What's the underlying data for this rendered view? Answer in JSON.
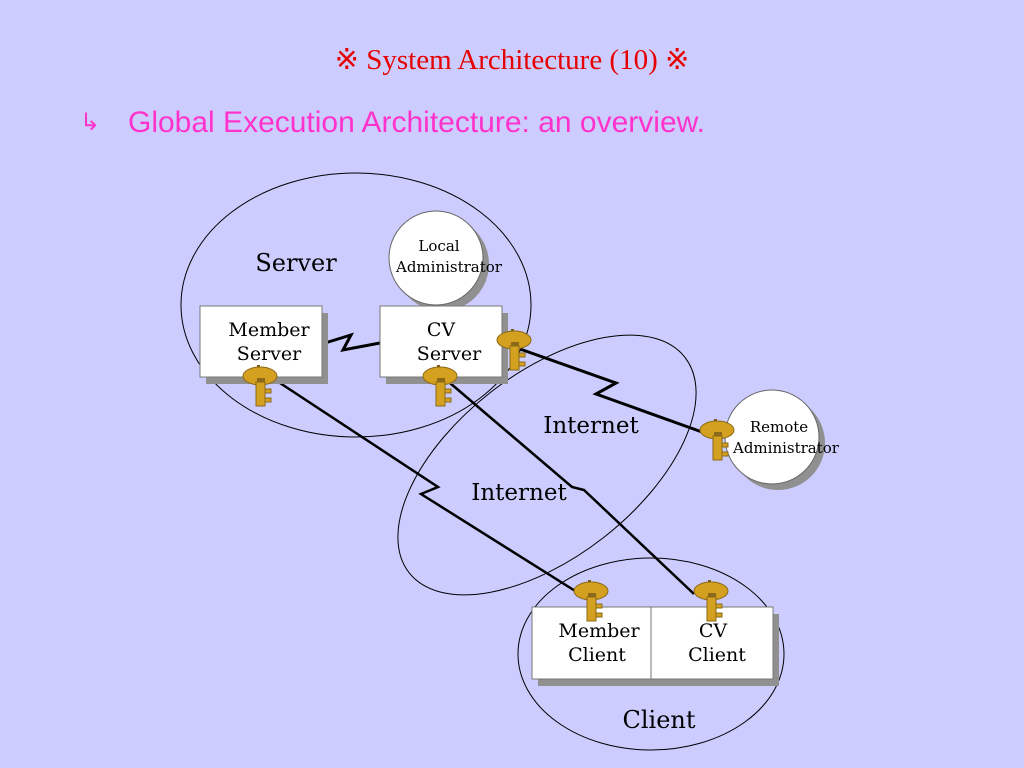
{
  "slide": {
    "title": "※ System Architecture (10) ※",
    "bullet_icon": "↳",
    "subtitle": "Global Execution Architecture: an overview."
  },
  "diagram": {
    "server_region_label": "Server",
    "client_region_label": "Client",
    "internet_label_upper": "Internet",
    "internet_label_lower": "Internet",
    "local_admin": [
      "Local",
      "Administrator"
    ],
    "remote_admin": [
      "Remote",
      "Administrator"
    ],
    "member_server": [
      "Member",
      "Server"
    ],
    "cv_server": [
      "CV",
      "Server"
    ],
    "member_client": [
      "Member",
      "Client"
    ],
    "cv_client": [
      "CV",
      "Client"
    ]
  },
  "colors": {
    "background": "#ccccff",
    "title": "#e60000",
    "subtitle": "#ff33cc",
    "key": "#d4a020"
  }
}
